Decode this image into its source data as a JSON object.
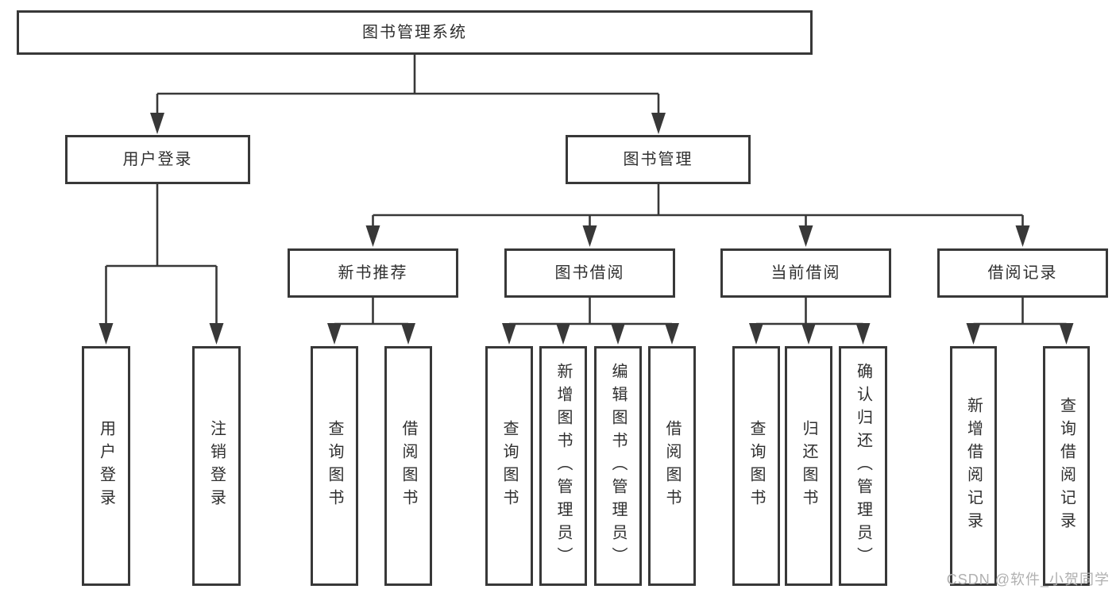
{
  "diagram": {
    "colors": {
      "line": "#383838",
      "text": "#2f2f2f",
      "background": "#ffffff",
      "watermark": "#b0b0b0"
    },
    "watermark": "CSDN @软件_小贺同学",
    "tree": {
      "label": "图书管理系统",
      "children": [
        {
          "label": "用户登录",
          "children": [
            {
              "label": "用户登录"
            },
            {
              "label": "注销登录"
            }
          ]
        },
        {
          "label": "图书管理",
          "children": [
            {
              "label": "新书推荐",
              "children": [
                {
                  "label": "查询图书"
                },
                {
                  "label": "借阅图书"
                }
              ]
            },
            {
              "label": "图书借阅",
              "children": [
                {
                  "label": "查询图书"
                },
                {
                  "label": "新增图书（管理员）"
                },
                {
                  "label": "编辑图书（管理员）"
                },
                {
                  "label": "借阅图书"
                }
              ]
            },
            {
              "label": "当前借阅",
              "children": [
                {
                  "label": "查询图书"
                },
                {
                  "label": "归还图书"
                },
                {
                  "label": "确认归还（管理员）"
                }
              ]
            },
            {
              "label": "借阅记录",
              "children": [
                {
                  "label": "新增借阅记录"
                },
                {
                  "label": "查询借阅记录"
                }
              ]
            }
          ]
        }
      ]
    }
  }
}
